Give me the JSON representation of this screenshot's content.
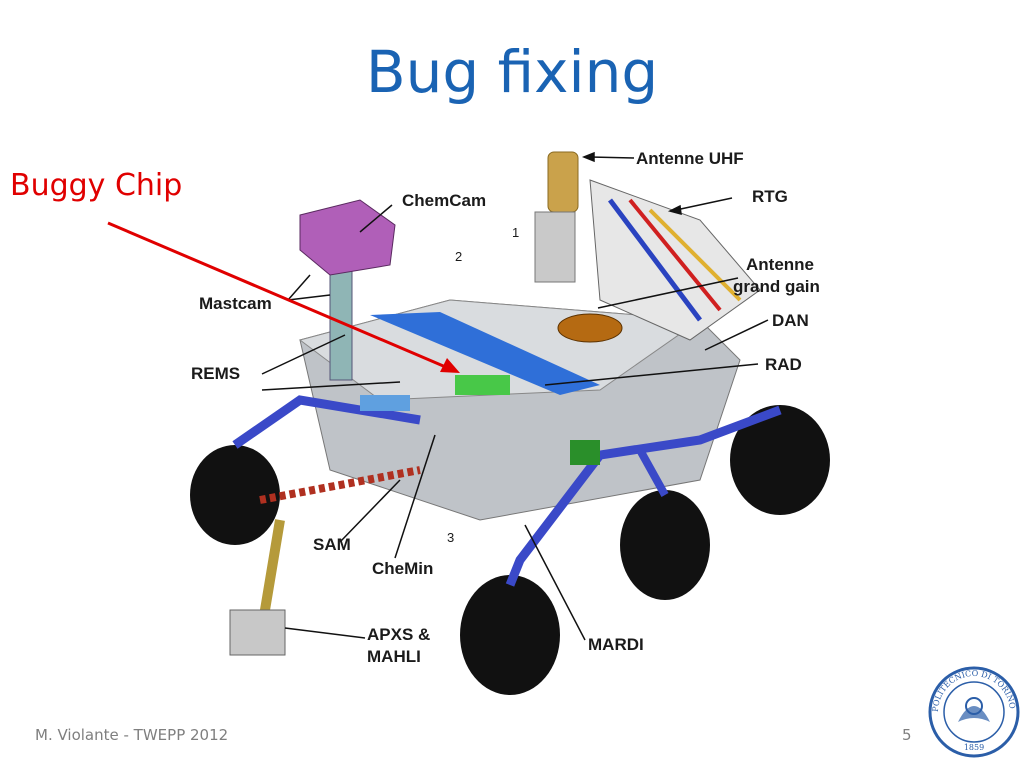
{
  "slide": {
    "title": "Bug fixing",
    "annotation": "Buggy Chip",
    "footer": "M. Violante - TWEPP 2012",
    "page_number": "5"
  },
  "diagram": {
    "labels": {
      "antenne_uhf": "Antenne UHF",
      "rtg": "RTG",
      "chemcam": "ChemCam",
      "antenne_grand_gain_1": "Antenne",
      "antenne_grand_gain_2": "grand gain",
      "mastcam": "Mastcam",
      "dan": "DAN",
      "rems": "REMS",
      "rad": "RAD",
      "sam": "SAM",
      "chemin": "CheMin",
      "apxs_1": "APXS &",
      "apxs_2": "MAHLI",
      "mardi": "MARDI",
      "num_1": "1",
      "num_2": "2",
      "num_3": "3"
    }
  },
  "logo": {
    "text_top": "POLITECNICO DI TORINO",
    "year": "1859"
  },
  "colors": {
    "title": "#1a63b3",
    "annotation": "#e00000",
    "arrow": "#e00000",
    "footer": "#7f7f7f",
    "logo": "#2b5ea8"
  }
}
